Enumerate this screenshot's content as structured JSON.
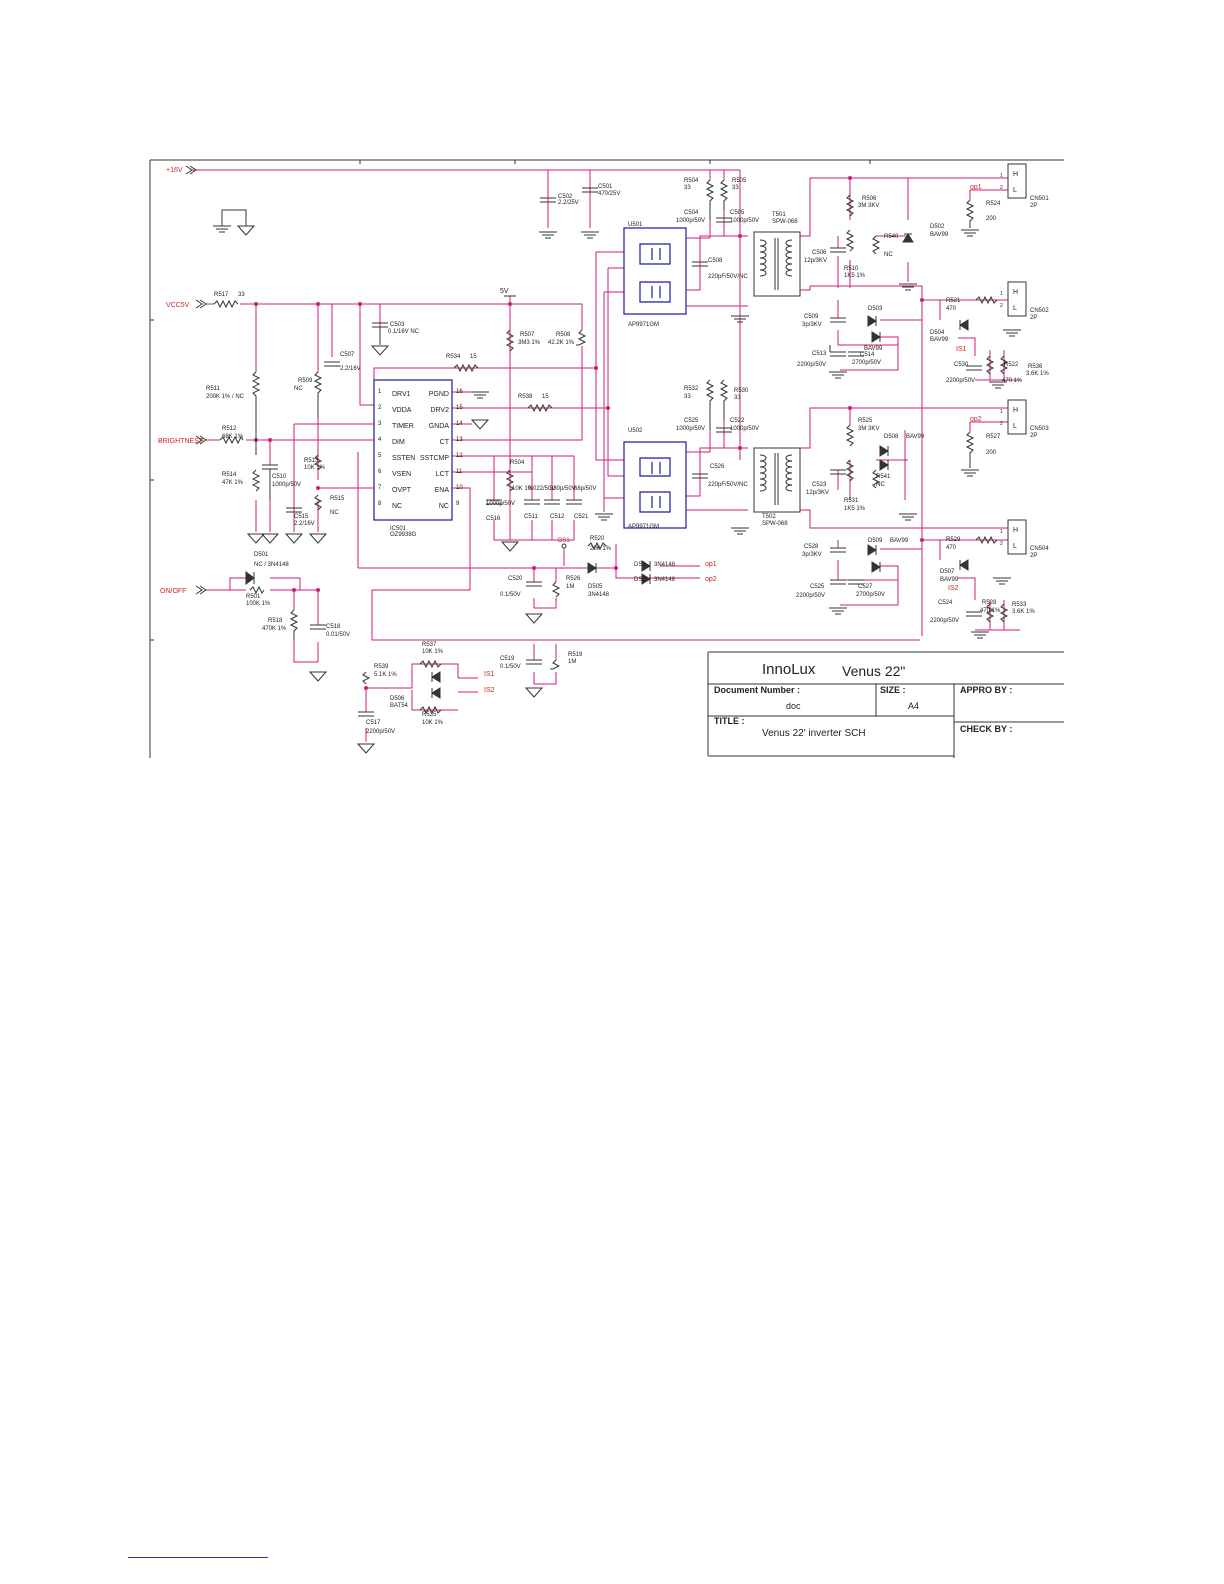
{
  "colors": {
    "wire": "#cc1f7a",
    "component": "#333333",
    "ic": "#1a1aa0",
    "net_label": "#cc2222",
    "text": "#222222"
  },
  "title_block": {
    "company": "InnoLux",
    "project": "Venus  22\"",
    "doc_number_label": "Document Number :",
    "doc_number": "doc",
    "size_label": "SIZE :",
    "size": "A4",
    "title_label": "TITLE :",
    "title": "Venus 22' inverter SCH",
    "approved_label": "APPRO BY :",
    "checked_label": "CHECK BY :"
  },
  "net_labels": {
    "vin": "+16V",
    "vcc": "VCC5V",
    "brightness": "BRIGHTNESS",
    "onoff": "ON/OFF",
    "five_v": "5V"
  },
  "ic": {
    "ref": "IC501",
    "part": "OZ9938G",
    "left_pins": [
      {
        "num": "1",
        "name": "DRV1"
      },
      {
        "num": "2",
        "name": "VDDA"
      },
      {
        "num": "3",
        "name": "TIMER"
      },
      {
        "num": "4",
        "name": "DIM"
      },
      {
        "num": "5",
        "name": "SSTEN"
      },
      {
        "num": "6",
        "name": "VSEN"
      },
      {
        "num": "7",
        "name": "OVPT"
      },
      {
        "num": "8",
        "name": "NC"
      }
    ],
    "right_pins": [
      {
        "num": "16",
        "name": "PGND"
      },
      {
        "num": "15",
        "name": "DRV2"
      },
      {
        "num": "14",
        "name": "GNDA"
      },
      {
        "num": "13",
        "name": "CT"
      },
      {
        "num": "12",
        "name": "SSTCMP"
      },
      {
        "num": "11",
        "name": "LCT"
      },
      {
        "num": "10",
        "name": "ENA"
      },
      {
        "num": "9",
        "name": "NC"
      }
    ]
  },
  "mosfets": [
    {
      "ref": "U501",
      "part": "AP9971GM"
    },
    {
      "ref": "U502",
      "part": "AP9971GM"
    }
  ],
  "transformers": [
    {
      "ref": "T501",
      "part": "SPW-068"
    },
    {
      "ref": "T502",
      "part": "SPW-068"
    }
  ],
  "connectors": [
    {
      "ref": "CN501",
      "pins": "2P"
    },
    {
      "ref": "CN502",
      "pins": "2P"
    },
    {
      "ref": "CN503",
      "pins": "2P"
    },
    {
      "ref": "CN504",
      "pins": "2P"
    }
  ],
  "connector_pins": {
    "h": "H",
    "l": "L",
    "p1": "1",
    "p2": "2"
  },
  "feedback_nets": {
    "op1": "op1",
    "op2": "op2",
    "is1": "IS1",
    "is2": "IS2"
  },
  "labels": [
    {
      "id": "c502",
      "text": "C502"
    },
    {
      "id": "c502v",
      "text": "2.2/25V"
    },
    {
      "id": "c501",
      "text": "C501"
    },
    {
      "id": "c501v",
      "text": "470/25V"
    },
    {
      "id": "r504",
      "text": "R504"
    },
    {
      "id": "r504v",
      "text": "33"
    },
    {
      "id": "r505",
      "text": "R505"
    },
    {
      "id": "r505v",
      "text": "33"
    },
    {
      "id": "c504",
      "text": "C504"
    },
    {
      "id": "c504v",
      "text": "1000p/50V"
    },
    {
      "id": "c505",
      "text": "C505"
    },
    {
      "id": "c505v",
      "text": "1000p/50V"
    },
    {
      "id": "c508",
      "text": "C508"
    },
    {
      "id": "c508v",
      "text": "220pF/50V/NC"
    },
    {
      "id": "c506",
      "text": "C506"
    },
    {
      "id": "c506v",
      "text": "12p/3KV"
    },
    {
      "id": "r506",
      "text": "R506"
    },
    {
      "id": "r506v",
      "text": "3M 3KV"
    },
    {
      "id": "r540",
      "text": "R540"
    },
    {
      "id": "r540v",
      "text": "NC"
    },
    {
      "id": "r510",
      "text": "R510"
    },
    {
      "id": "r510v",
      "text": "1K5 1%"
    },
    {
      "id": "d502",
      "text": "D502"
    },
    {
      "id": "d502v",
      "text": "BAV99"
    },
    {
      "id": "r524",
      "text": "R524"
    },
    {
      "id": "r524v",
      "text": "200"
    },
    {
      "id": "r521",
      "text": "R521"
    },
    {
      "id": "r521v",
      "text": "470"
    },
    {
      "id": "c509",
      "text": "C509"
    },
    {
      "id": "c509v",
      "text": "3p/3KV"
    },
    {
      "id": "d503",
      "text": "D503"
    },
    {
      "id": "d504",
      "text": "D504"
    },
    {
      "id": "d504v",
      "text": "BAV99"
    },
    {
      "id": "bav99a",
      "text": "BAV99"
    },
    {
      "id": "c513",
      "text": "C513"
    },
    {
      "id": "c513v",
      "text": "2200p/50V"
    },
    {
      "id": "c514",
      "text": "C514"
    },
    {
      "id": "c514v",
      "text": "2700p/50V"
    },
    {
      "id": "c530",
      "text": "C530"
    },
    {
      "id": "c530v",
      "text": "2200p/50V"
    },
    {
      "id": "r522",
      "text": "R522"
    },
    {
      "id": "r522v",
      "text": "470 1%"
    },
    {
      "id": "r536",
      "text": "R536"
    },
    {
      "id": "r536v",
      "text": "3.6K 1%"
    },
    {
      "id": "r517",
      "text": "R517"
    },
    {
      "id": "r517v",
      "text": "33"
    },
    {
      "id": "c503",
      "text": "C503"
    },
    {
      "id": "c503v",
      "text": "0.1/16V NC"
    },
    {
      "id": "c507",
      "text": "C507"
    },
    {
      "id": "c507v",
      "text": "2.2/16V"
    },
    {
      "id": "r534",
      "text": "R534"
    },
    {
      "id": "r534v",
      "text": "15"
    },
    {
      "id": "r507",
      "text": "R507"
    },
    {
      "id": "r507v",
      "text": "3M3 1%"
    },
    {
      "id": "r508",
      "text": "R508"
    },
    {
      "id": "r508v",
      "text": "42.2K 1%"
    },
    {
      "id": "r511",
      "text": "R511"
    },
    {
      "id": "r511v",
      "text": "200K 1% / NC"
    },
    {
      "id": "r509",
      "text": "R509"
    },
    {
      "id": "r509v",
      "text": "NC"
    },
    {
      "id": "r512",
      "text": "R512"
    },
    {
      "id": "r512v",
      "text": "68K 1%"
    },
    {
      "id": "r514",
      "text": "R514"
    },
    {
      "id": "r514v",
      "text": "47K 1%"
    },
    {
      "id": "c510",
      "text": "C510"
    },
    {
      "id": "c510v",
      "text": "1000p/50V"
    },
    {
      "id": "r513",
      "text": "R513"
    },
    {
      "id": "r513v",
      "text": "10K 1%"
    },
    {
      "id": "c515",
      "text": "C515"
    },
    {
      "id": "c515v",
      "text": "2.2/16V"
    },
    {
      "id": "r515",
      "text": "R515"
    },
    {
      "id": "r515v",
      "text": "NC"
    },
    {
      "id": "r538",
      "text": "R538"
    },
    {
      "id": "r538v",
      "text": "15"
    },
    {
      "id": "r532",
      "text": "R532"
    },
    {
      "id": "r532v",
      "text": "33"
    },
    {
      "id": "r530",
      "text": "R530"
    },
    {
      "id": "r530v",
      "text": "33"
    },
    {
      "id": "c525",
      "text": "C525"
    },
    {
      "id": "c525v",
      "text": "1000p/50V"
    },
    {
      "id": "c522",
      "text": "C522"
    },
    {
      "id": "c522v",
      "text": "1000p/50V"
    },
    {
      "id": "c526",
      "text": "C526"
    },
    {
      "id": "c526v",
      "text": "220pF/50V/NC"
    },
    {
      "id": "c516",
      "text": "C516"
    },
    {
      "id": "c516v",
      "text": "1000p/50V"
    },
    {
      "id": "r504b",
      "text": "R504"
    },
    {
      "id": "r504bv",
      "text": "10K 1%"
    },
    {
      "id": "c511",
      "text": "C511"
    },
    {
      "id": "c511v",
      "text": "0.022/50V"
    },
    {
      "id": "c512",
      "text": "C512"
    },
    {
      "id": "c512v",
      "text": "330p/50V"
    },
    {
      "id": "c521",
      "text": "C521"
    },
    {
      "id": "c521v",
      "text": "68p/50V"
    },
    {
      "id": "r525",
      "text": "R525"
    },
    {
      "id": "r525v",
      "text": "3M 3KV"
    },
    {
      "id": "d508",
      "text": "D508"
    },
    {
      "id": "d508v",
      "text": "BAV99"
    },
    {
      "id": "r541",
      "text": "R541"
    },
    {
      "id": "r541v",
      "text": "NC"
    },
    {
      "id": "r531",
      "text": "R531"
    },
    {
      "id": "r531v",
      "text": "1K5 1%"
    },
    {
      "id": "c523",
      "text": "C523"
    },
    {
      "id": "c523v",
      "text": "12p/3KV"
    },
    {
      "id": "r527",
      "text": "R527"
    },
    {
      "id": "r527v",
      "text": "200"
    },
    {
      "id": "r529",
      "text": "R529"
    },
    {
      "id": "r529v",
      "text": "470"
    },
    {
      "id": "c528",
      "text": "C528"
    },
    {
      "id": "c528v",
      "text": "3p/3KV"
    },
    {
      "id": "d509",
      "text": "D509"
    },
    {
      "id": "d509v",
      "text": "BAV99"
    },
    {
      "id": "d507",
      "text": "D507"
    },
    {
      "id": "d507v",
      "text": "BAV99"
    },
    {
      "id": "c525b",
      "text": "C525"
    },
    {
      "id": "c525bv",
      "text": "2200p/50V"
    },
    {
      "id": "c527",
      "text": "C527"
    },
    {
      "id": "c527v",
      "text": "2700p/50V"
    },
    {
      "id": "c524",
      "text": "C524"
    },
    {
      "id": "c524v",
      "text": "2200p/50V"
    },
    {
      "id": "r528",
      "text": "R528"
    },
    {
      "id": "r528v",
      "text": "470 1%"
    },
    {
      "id": "r533",
      "text": "R533"
    },
    {
      "id": "r533v",
      "text": "3.6K 1%"
    },
    {
      "id": "d501",
      "text": "D501"
    },
    {
      "id": "d501v",
      "text": "NC / 3N4148"
    },
    {
      "id": "r501",
      "text": "R501"
    },
    {
      "id": "r501v",
      "text": "100K 1%"
    },
    {
      "id": "r518",
      "text": "R518"
    },
    {
      "id": "r518v",
      "text": "470K 1%"
    },
    {
      "id": "c518",
      "text": "C518"
    },
    {
      "id": "c518v",
      "text": "0.01/50V"
    },
    {
      "id": "r520",
      "text": "R520"
    },
    {
      "id": "r520v",
      "text": "20K 1%"
    },
    {
      "id": "c520",
      "text": "C520"
    },
    {
      "id": "c520v",
      "text": "0.1/50V"
    },
    {
      "id": "r526",
      "text": "R526"
    },
    {
      "id": "r526v",
      "text": "1M"
    },
    {
      "id": "d505",
      "text": "D505"
    },
    {
      "id": "d505v",
      "text": "3N4148"
    },
    {
      "id": "ds1",
      "text": "DS1"
    },
    {
      "id": "ds1v",
      "text": "3N4148"
    },
    {
      "id": "ds2",
      "text": "DS2"
    },
    {
      "id": "ds2v",
      "text": "3N4148"
    },
    {
      "id": "r537",
      "text": "R537"
    },
    {
      "id": "r537v",
      "text": "10K 1%"
    },
    {
      "id": "r539",
      "text": "R539"
    },
    {
      "id": "r539v",
      "text": "5.1K 1%"
    },
    {
      "id": "d506",
      "text": "D506"
    },
    {
      "id": "d506v",
      "text": "BAT54"
    },
    {
      "id": "r535",
      "text": "R535"
    },
    {
      "id": "r535v",
      "text": "10K 1%"
    },
    {
      "id": "c519",
      "text": "C519"
    },
    {
      "id": "c519v",
      "text": "0.1/50V"
    },
    {
      "id": "r519",
      "text": "R519"
    },
    {
      "id": "r519v",
      "text": "1M"
    },
    {
      "id": "c517",
      "text": "C517"
    },
    {
      "id": "c517v",
      "text": "2200p/50V"
    },
    {
      "id": "fb5v",
      "text": "5V"
    }
  ]
}
